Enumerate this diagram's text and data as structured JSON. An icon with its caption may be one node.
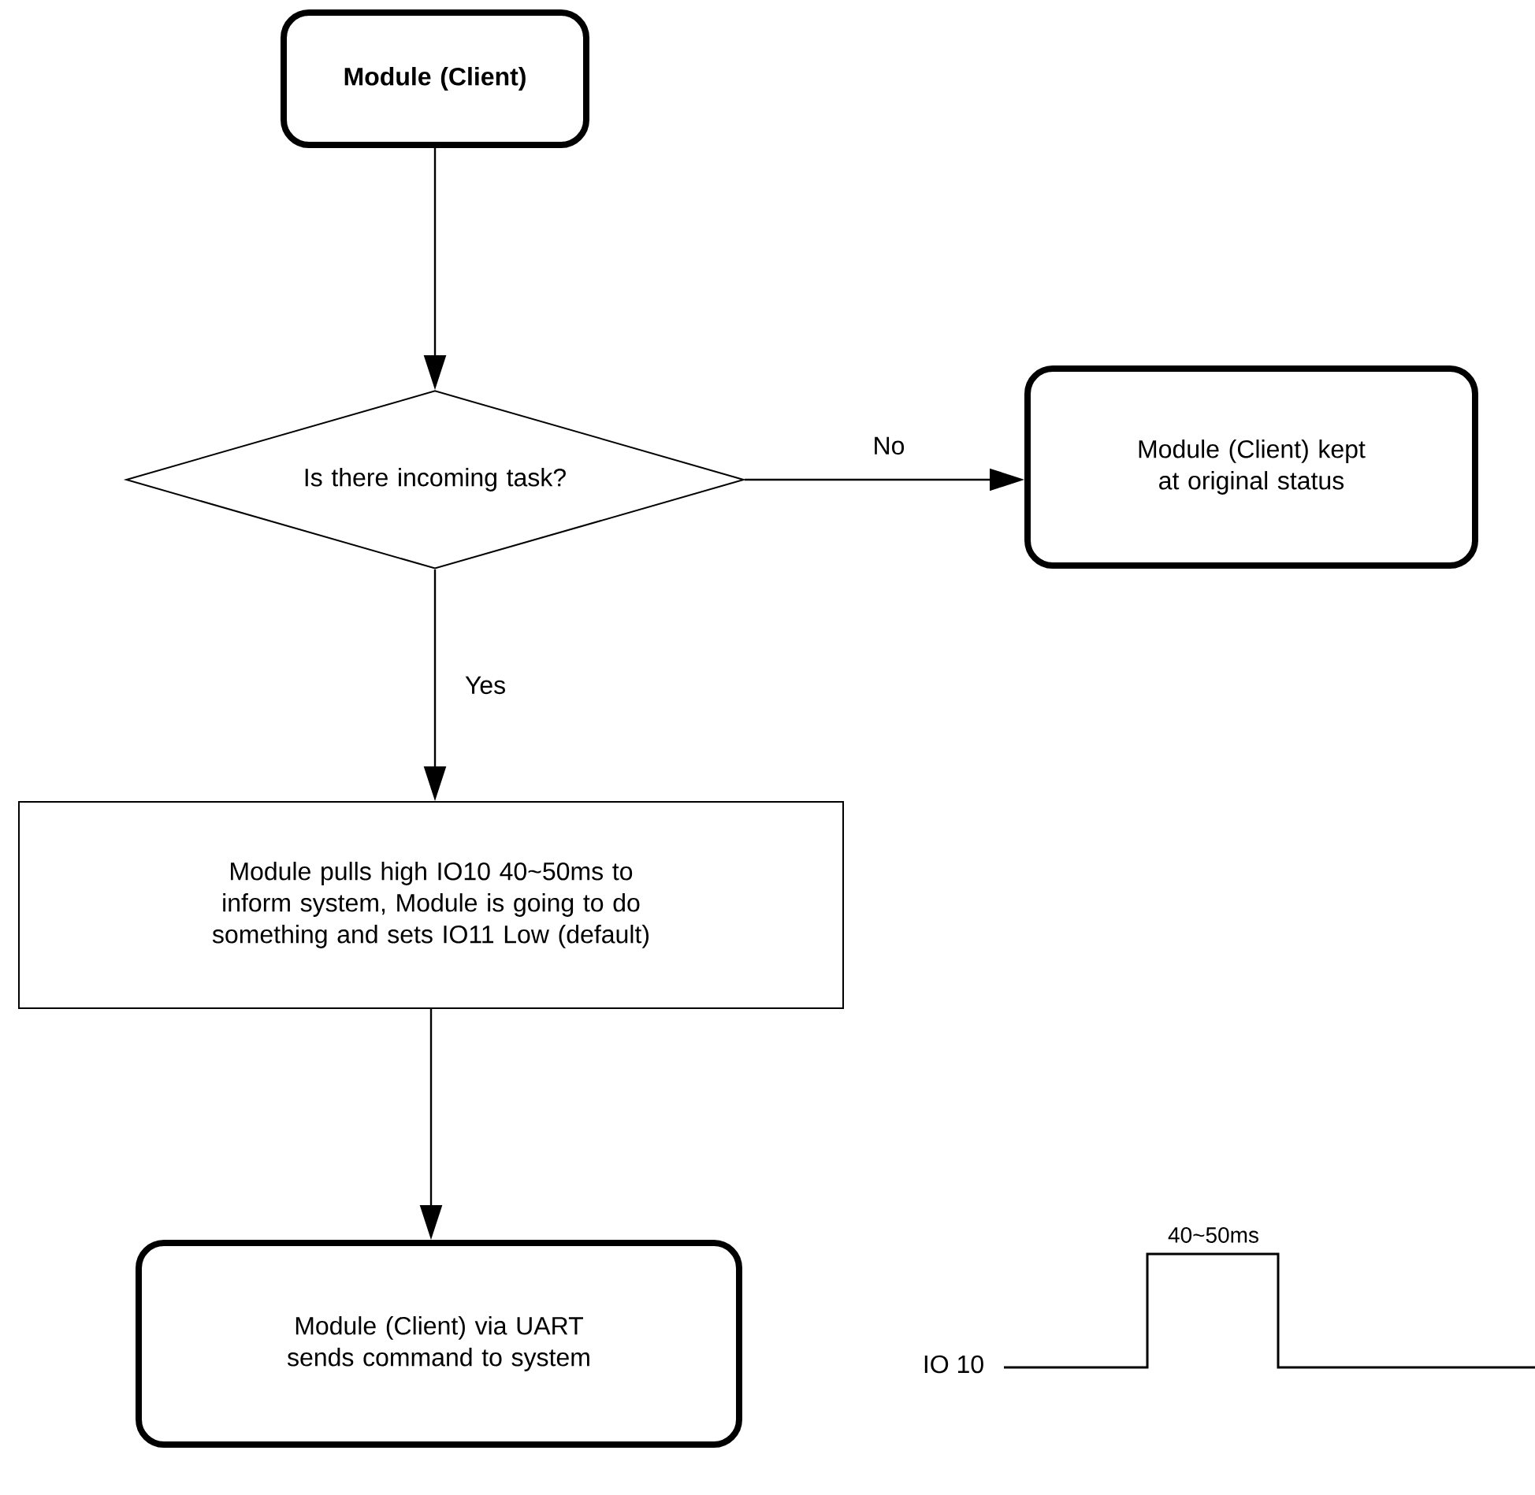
{
  "diagram": {
    "nodes": [
      {
        "text": [
          "Module (Client)"
        ]
      },
      {
        "text": [
          "Is there incoming task?"
        ]
      },
      {
        "text": [
          "Module (Client) kept at original status"
        ]
      },
      {
        "text": [
          "Module pulls high IO10 40~50ms to inform system, Module is going to do something and sets IO11 Low (default)"
        ]
      },
      {
        "text": [
          "Module (Client) via UART sends command to system"
        ]
      }
    ],
    "edges": [
      {
        "from": 0,
        "to": 1,
        "arrow": "to"
      },
      {
        "from": 1,
        "to": 2,
        "arrow": "to",
        "label": "No"
      },
      {
        "from": 1,
        "to": 3,
        "arrow": "to",
        "label": "Yes"
      },
      {
        "from": 3,
        "to": 4,
        "arrow": "to"
      }
    ],
    "labels": [
      "40~50ms",
      "IO 10"
    ]
  }
}
